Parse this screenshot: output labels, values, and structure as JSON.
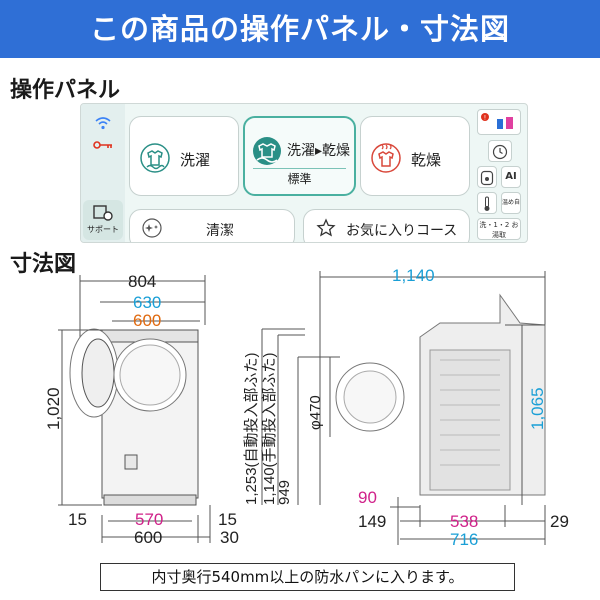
{
  "banner": {
    "title": "この商品の操作パネル・寸法図"
  },
  "sections": {
    "panel_title": "操作パネル",
    "dims_title": "寸法図"
  },
  "panel": {
    "support_label": "サポート",
    "wash_label": "洗濯",
    "combo_label": "洗濯▸乾燥",
    "combo_sub": "標準",
    "dry_label": "乾燥",
    "clean_label": "清潔",
    "fav_label": "お気に入りコース",
    "side_buttons": {
      "detergent": "洗剤量",
      "ai": "AI",
      "temp_auto": "温め自動",
      "wash_select": "洗・1・2 お湯取"
    }
  },
  "dims_front": {
    "width_total": "804",
    "width_inner_blue": "630",
    "width_inner_orange": "600",
    "height": "1,020",
    "bottom_left": "15",
    "bottom_mid": "570",
    "bottom_right": "15",
    "bottom_total": "600",
    "bottom_right2": "30"
  },
  "dims_side": {
    "width_total": "1,140",
    "height_auto": "1,253(自動投入部ふた)",
    "height_manual": "1,140(手動投入部ふた)",
    "height_949": "949",
    "door_dia": "φ470",
    "height_1065": "1,065",
    "foot_90": "90",
    "foot_149": "149",
    "depth_538": "538",
    "depth_716": "716",
    "depth_29": "29"
  },
  "note": "内寸奥行540mm以上の防水パンに入ります。",
  "colors": {
    "banner": "#2f6fd6",
    "blue": "#1a9fd6",
    "orange": "#e06a10",
    "magenta": "#d0228a",
    "accent_green": "#4ab0a0"
  }
}
